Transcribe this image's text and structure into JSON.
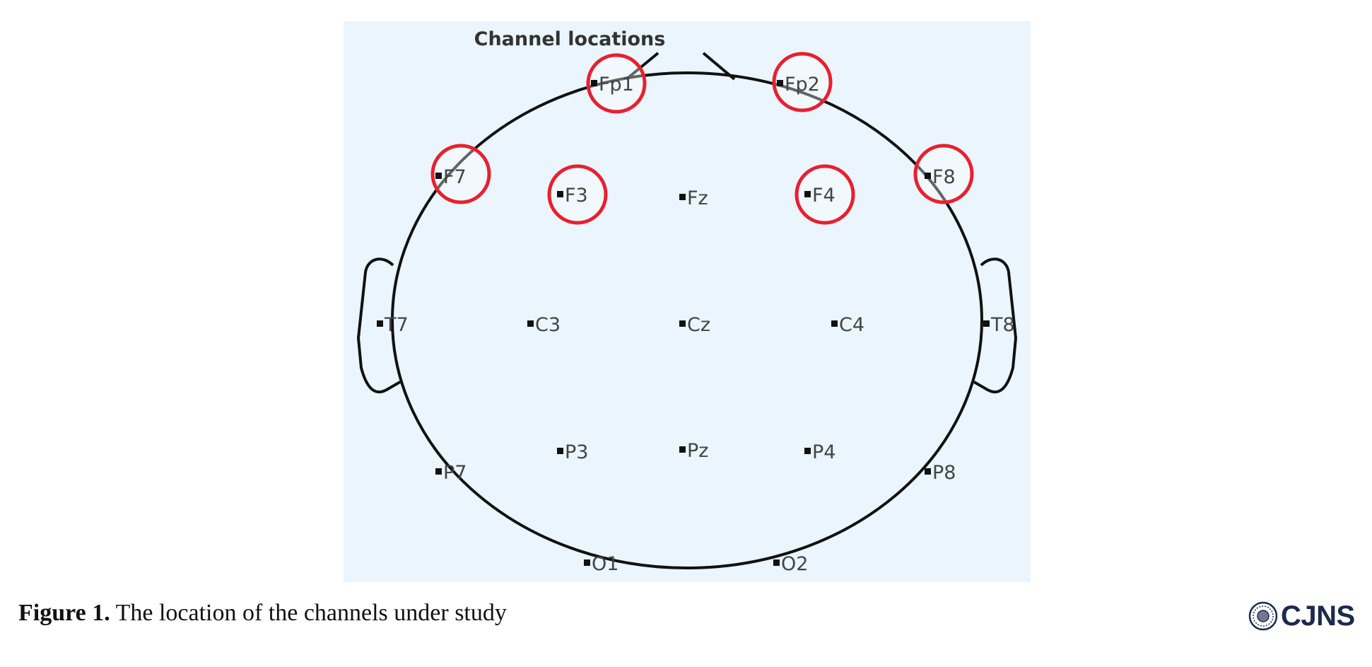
{
  "diagram": {
    "title": "Channel locations",
    "channels": [
      {
        "label": "Fp1",
        "highlighted": true
      },
      {
        "label": "Fp2",
        "highlighted": true
      },
      {
        "label": "F7",
        "highlighted": true
      },
      {
        "label": "F3",
        "highlighted": true
      },
      {
        "label": "Fz",
        "highlighted": false
      },
      {
        "label": "F4",
        "highlighted": true
      },
      {
        "label": "F8",
        "highlighted": true
      },
      {
        "label": "T7",
        "highlighted": false
      },
      {
        "label": "C3",
        "highlighted": false
      },
      {
        "label": "Cz",
        "highlighted": false
      },
      {
        "label": "C4",
        "highlighted": false
      },
      {
        "label": "T8",
        "highlighted": false
      },
      {
        "label": "P7",
        "highlighted": false
      },
      {
        "label": "P3",
        "highlighted": false
      },
      {
        "label": "Pz",
        "highlighted": false
      },
      {
        "label": "P4",
        "highlighted": false
      },
      {
        "label": "P8",
        "highlighted": false
      },
      {
        "label": "O1",
        "highlighted": false
      },
      {
        "label": "O2",
        "highlighted": false
      }
    ],
    "colors": {
      "background": "#eaf5fd",
      "highlight": "#e8202f",
      "outline": "#111111"
    }
  },
  "caption": {
    "label": "Figure 1.",
    "text": "The location of the channels under study"
  },
  "logo": {
    "text": "CJNS",
    "icon": "journal-seal-icon"
  }
}
